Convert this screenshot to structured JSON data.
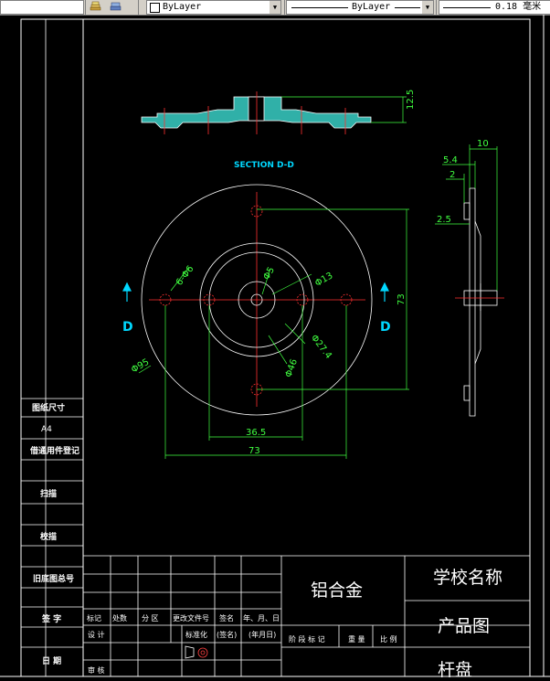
{
  "toolbar": {
    "color_value": "ByLayer",
    "linetype_value": "ByLayer",
    "lineweight_value": "0.18 毫米"
  },
  "drawing": {
    "section_label": "SECTION D-D",
    "view_marker_left": "D",
    "view_marker_right": "D",
    "dims": {
      "thickness": "12.5",
      "side_top": "10",
      "side_a": "5.4",
      "side_b": "2",
      "side_c": "2.5",
      "holes": "6-Φ6",
      "bore": "Φ5",
      "inner": "Φ13",
      "d274": "Φ27.4",
      "d46": "Φ46",
      "outer": "Φ95",
      "vert": "73",
      "h365": "36.5",
      "h73": "73"
    },
    "left_strip": {
      "drawing_size_label": "图纸尺寸",
      "drawing_size_value": "A4",
      "borrowed_label": "借通用件登记",
      "trace_label": "扫描",
      "proof_label": "校描",
      "old_drawing_no_label": "旧底图总号",
      "signature_label": "签 字",
      "date_label": "日 期"
    },
    "title_block": {
      "material": "铝合金",
      "school": "学校名称",
      "product": "产品图",
      "part_name": "杆盘",
      "revision_cols": [
        "标记",
        "处数",
        "分 区",
        "更改文件号",
        "签名",
        "年、月、日"
      ],
      "design_label": "设 计",
      "standardize_label": "标准化",
      "sign_label": "(签名)",
      "date_label": "(年月日)",
      "review_label": "审 核",
      "stage_cols": [
        "阶 段 标 记",
        "重 量",
        "比 例"
      ]
    }
  }
}
